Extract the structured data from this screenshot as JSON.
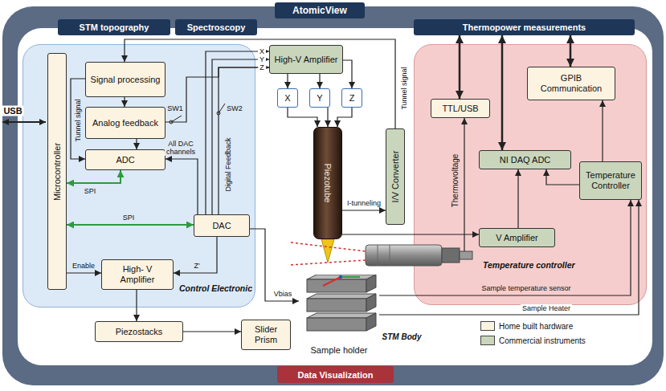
{
  "diagram": {
    "nodes": [
      {
        "text": [
          "AtomicView"
        ]
      },
      {
        "text": [
          "STM topography"
        ],
        "in": 0
      },
      {
        "text": [
          "Spectroscopy"
        ],
        "in": 0
      },
      {
        "text": [
          "Thermopower measurements"
        ],
        "in": 0
      },
      {
        "text": [
          "Data Visualization"
        ],
        "in": 0
      },
      {
        "text": [
          "Control Electronic"
        ],
        "in": 0
      },
      {
        "text": [
          "Microcontroller"
        ],
        "in": 5
      },
      {
        "text": [
          "Signal processing"
        ],
        "in": 5
      },
      {
        "text": [
          "Analog feedback"
        ],
        "in": 5
      },
      {
        "text": [
          "ADC"
        ],
        "in": 5
      },
      {
        "text": [
          "DAC"
        ],
        "in": 5
      },
      {
        "text": [
          "High- V Amplifier"
        ],
        "in": 5
      },
      {
        "text": [
          "High-V Amplifier"
        ],
        "in": 0
      },
      {
        "text": [
          "X"
        ],
        "in": 0
      },
      {
        "text": [
          "Y"
        ],
        "in": 0
      },
      {
        "text": [
          "Z"
        ],
        "in": 0
      },
      {
        "text": [
          "Piezotube"
        ],
        "in": 0
      },
      {
        "text": [
          "I/V Converter"
        ],
        "in": 0
      },
      {
        "text": [
          "Temperature controller"
        ],
        "in": 0
      },
      {
        "text": [
          "TTL/USB"
        ],
        "in": 18
      },
      {
        "text": [
          "GPIB Communication"
        ],
        "in": 18
      },
      {
        "text": [
          "NI DAQ ADC"
        ],
        "in": 18
      },
      {
        "text": [
          "Temperature Controller"
        ],
        "in": 18
      },
      {
        "text": [
          "V Amplifier"
        ],
        "in": 18
      },
      {
        "text": [
          "Piezostacks"
        ],
        "in": 0
      },
      {
        "text": [
          "Slider Prism"
        ],
        "in": 0
      },
      {
        "text": [
          "Sample holder"
        ],
        "in": 0
      }
    ],
    "edges": [
      {
        "from": 6,
        "to": 9,
        "arrow": "both",
        "label": "SPI"
      },
      {
        "from": 6,
        "to": 10,
        "arrow": "both",
        "label": "SPI"
      },
      {
        "from": 17,
        "to": 7,
        "arrow": "to",
        "label": "Tunnel signal"
      },
      {
        "from": 7,
        "to": 8,
        "arrow": "to"
      },
      {
        "from": 7,
        "to": 9,
        "arrow": "to",
        "label": "Tunnel signal"
      },
      {
        "from": 8,
        "to": 9,
        "arrow": "to"
      },
      {
        "from": 8,
        "to": 12,
        "arrow": "to"
      },
      {
        "from": 10,
        "to": 12,
        "arrow": "to",
        "label": "Digital Feedback"
      },
      {
        "from": 10,
        "to": 12,
        "arrow": "to"
      },
      {
        "from": 10,
        "to": 12,
        "arrow": "to"
      },
      {
        "from": 10,
        "to": 9,
        "arrow": "to",
        "label": "All DAC channels"
      },
      {
        "from": 10,
        "to": 11,
        "arrow": "to",
        "label": "Z'"
      },
      {
        "from": 6,
        "to": 11,
        "arrow": "to",
        "label": "Enable"
      },
      {
        "from": 11,
        "to": 24,
        "arrow": "to"
      },
      {
        "from": 24,
        "to": 25,
        "arrow": "to"
      },
      {
        "from": 12,
        "to": 13,
        "arrow": "to"
      },
      {
        "from": 12,
        "to": 14,
        "arrow": "to"
      },
      {
        "from": 12,
        "to": 15,
        "arrow": "to"
      },
      {
        "from": 13,
        "to": 16,
        "arrow": "to"
      },
      {
        "from": 14,
        "to": 16,
        "arrow": "to"
      },
      {
        "from": 15,
        "to": 16,
        "arrow": "to"
      },
      {
        "from": 16,
        "to": 17,
        "arrow": "to",
        "label": "I-tunneling"
      },
      {
        "from": 10,
        "to": 26,
        "arrow": "to",
        "label": "Vbias"
      },
      {
        "from": 16,
        "to": 23,
        "arrow": "to"
      },
      {
        "from": 23,
        "to": 21,
        "arrow": "to"
      },
      {
        "from": 22,
        "to": 21,
        "arrow": "to"
      },
      {
        "from": 22,
        "to": 20,
        "arrow": "to"
      },
      {
        "from": 3,
        "to": 19,
        "arrow": "both"
      },
      {
        "from": 3,
        "to": 21,
        "arrow": "both"
      },
      {
        "from": 3,
        "to": 20,
        "arrow": "both"
      },
      {
        "from": 26,
        "to": 22,
        "arrow": "to",
        "label": "Sample temperature sensor"
      },
      {
        "from": 26,
        "to": 22,
        "arrow": "to",
        "label": "Sample Heater"
      }
    ],
    "labels": [
      "USB",
      "SW1",
      "X",
      "Y",
      "Z",
      "SW2",
      "Thermovoltage",
      "STM Body"
    ],
    "legend": [
      {
        "text": "Home built hardware",
        "color": "#fdf3e1"
      },
      {
        "text": "Commercial instruments",
        "color": "#c9d6bc"
      }
    ]
  }
}
